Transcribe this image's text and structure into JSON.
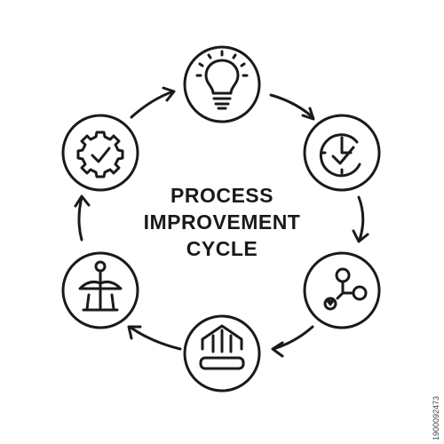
{
  "diagram": {
    "title_lines": [
      "PROCESS",
      "IMPROVEMENT",
      "CYCLE"
    ],
    "stroke_color": "#1a1a1a",
    "background_color": "#ffffff",
    "nodes": [
      {
        "icon": "lightbulb-icon"
      },
      {
        "icon": "clock-checkmark-icon"
      },
      {
        "icon": "connected-nodes-icon"
      },
      {
        "icon": "house-foundation-icon"
      },
      {
        "icon": "balance-scale-icon"
      },
      {
        "icon": "gear-checkmark-icon"
      }
    ],
    "flow": "clockwise"
  },
  "side_id": "1900092473"
}
